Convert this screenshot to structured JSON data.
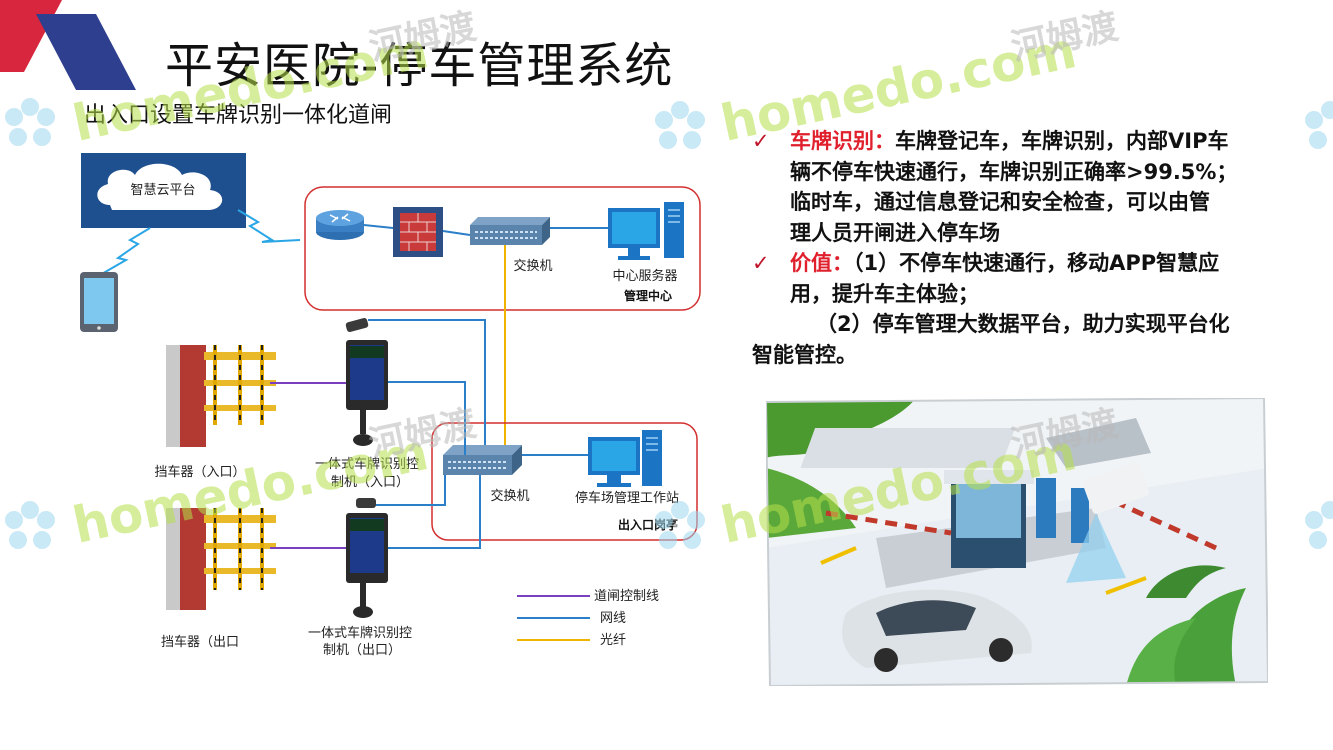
{
  "title": "平安医院-停车管理系统",
  "subtitle": "出入口设置车牌识别一体化道闸",
  "diagram": {
    "cloud_label": "智慧云平台",
    "switch_top_label": "交换机",
    "server_label": "中心服务器",
    "mgmt_center_label": "管理中心",
    "switch_bottom_label": "交换机",
    "workstation_label": "停车场管理工作站",
    "booth_label": "出入口岗亭",
    "barrier_in_label": "挡车器（入口）",
    "barrier_out_label": "挡车器（出口",
    "controller_in_line1": "一体式车牌识别控",
    "controller_in_line2": "制机（入口）",
    "controller_out_line1": "一体式车牌识别控",
    "controller_out_line2": "制机（出口）",
    "legend": [
      {
        "label": "道闸控制线",
        "color": "#7a3fbf"
      },
      {
        "label": "网线",
        "color": "#2a7fc8"
      },
      {
        "label": "光纤",
        "color": "#f0b400"
      }
    ]
  },
  "bullets": {
    "b1_kw": "车牌识别：",
    "b1_line1": "车牌登记车，车牌识别，内部VIP车",
    "b1_line2": "辆不停车快速通行，车牌识别正确率>99.5%；",
    "b1_line3": "临时车，通过信息登记和安全检查，可以由管",
    "b1_line4": "理人员开闸进入停车场",
    "b2_kw": "价值：",
    "b2_line1": "（1）不停车快速通行，移动APP智慧应",
    "b2_line2": "用，提升车主体验；",
    "b2_line3": "（2）停车管理大数据平台，助力实现平台化",
    "b2_line4": "智能管控。"
  },
  "watermark": {
    "en": "homedo.com",
    "cn": "河姆渡"
  },
  "colors": {
    "accent_red": "#e0202c",
    "check_red": "#c0142a",
    "frame_red": "#d32f2f",
    "deco_blue": "#2e3f8f",
    "deco_red": "#d7263d"
  }
}
